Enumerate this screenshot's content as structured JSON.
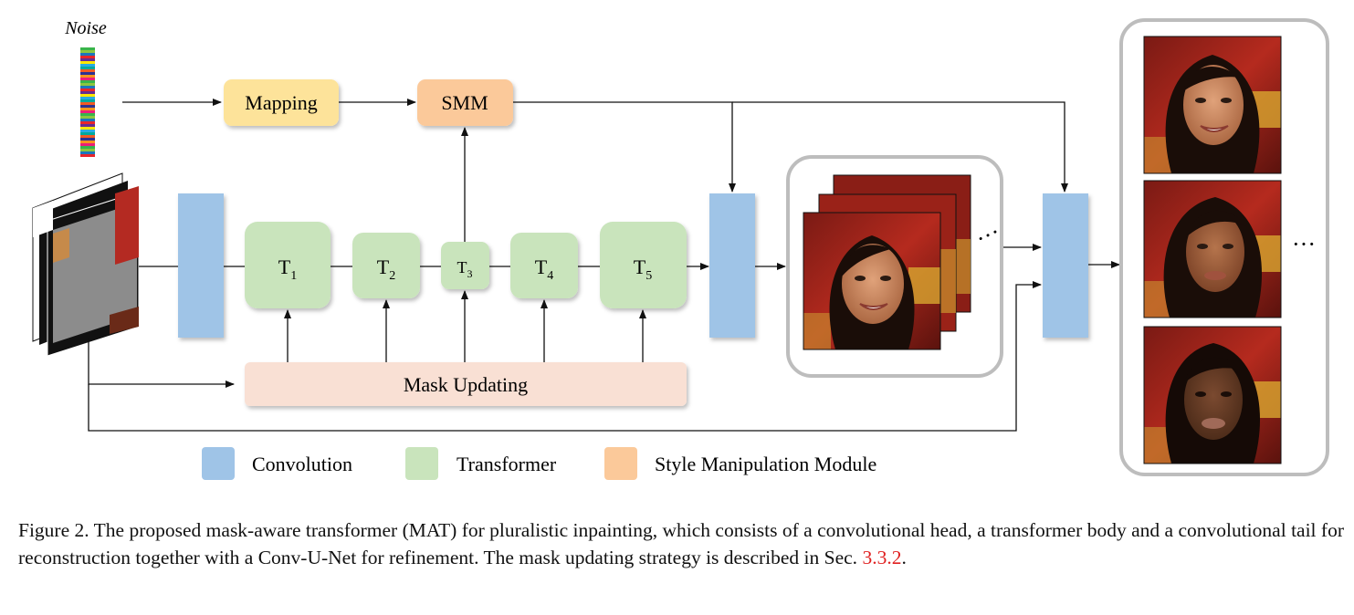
{
  "diagram": {
    "noise_label": "Noise",
    "mapping_label": "Mapping",
    "smm_label": "SMM",
    "transformers": [
      {
        "base": "T",
        "sub": "1"
      },
      {
        "base": "T",
        "sub": "2"
      },
      {
        "base": "T",
        "sub": "3"
      },
      {
        "base": "T",
        "sub": "4"
      },
      {
        "base": "T",
        "sub": "5"
      }
    ],
    "mask_updating_label": "Mask Updating",
    "ellipsis": "···"
  },
  "legend": [
    {
      "label": "Convolution",
      "color": "#9fc4e7"
    },
    {
      "label": "Transformer",
      "color": "#c9e4bc"
    },
    {
      "label": "Style Manipulation Module",
      "color": "#fbc99a"
    }
  ],
  "colors": {
    "convolution": "#9fc4e7",
    "transformer": "#c9e4bc",
    "mapping": "#fde39a",
    "smm": "#fbc99a",
    "mask_updating": "#f9e0d4",
    "group_border": "#bdbdbd"
  },
  "caption": {
    "text": "Figure 2. The proposed mask-aware transformer (MAT) for pluralistic inpainting, which consists of a convolutional head, a transformer body and a convolutional tail for reconstruction together with a Conv-U-Net for refinement. The mask updating strategy is described in Sec. ",
    "ref": "3.3.2",
    "end": "."
  }
}
